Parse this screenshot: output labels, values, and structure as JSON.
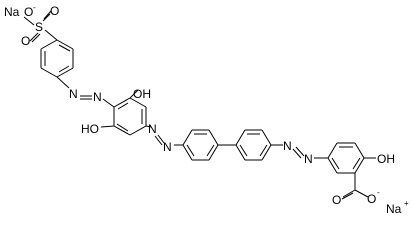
{
  "structure": {
    "labels": {
      "na_top": "Na",
      "o_minus_top": "O",
      "s_atom": "S",
      "o_top": "O",
      "o_bottom": "O",
      "n_azo1_a": "N",
      "n_azo1_b": "N",
      "oh_ring1": "OH",
      "ho_ring1": "HO",
      "n_azo2_a": "N",
      "n_azo2_b": "N",
      "n_azo3_a": "N",
      "n_azo3_b": "N",
      "oh_ring4": "OH",
      "o_carbonyl": "O",
      "o_carboxylate": "O",
      "na_bottom": "Na"
    },
    "charges": {
      "minus_top": "-",
      "minus_bottom": "-",
      "plus_bottom": "+"
    }
  },
  "colors": {
    "bond": "#000000",
    "text": "#000000",
    "background": "#ffffff"
  }
}
